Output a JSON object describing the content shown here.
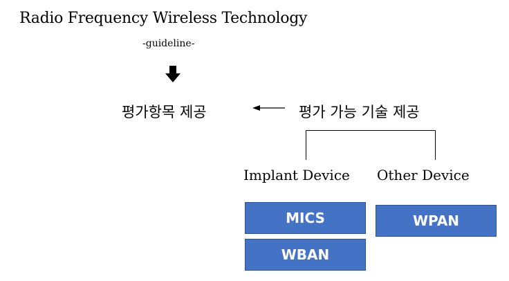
{
  "header": {
    "title": "Radio Frequency Wireless Technology",
    "subtitle": "-guideline-"
  },
  "flow": {
    "evaluation_items": "평가항목 제공",
    "evaluable_technology": "평가 가능 기술 제공"
  },
  "devices": {
    "implant_label": "Implant Device",
    "other_label": "Other Device"
  },
  "boxes": {
    "mics": "MICS",
    "wban": "WBAN",
    "wpan": "WPAN"
  },
  "colors": {
    "box_fill": "#4472c4",
    "box_border": "#2f528f",
    "box_text": "#ffffff"
  }
}
